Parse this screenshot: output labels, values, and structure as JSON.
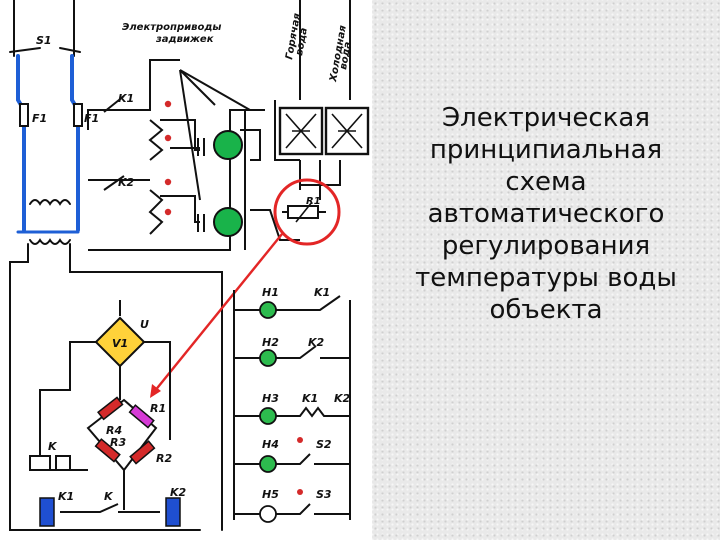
{
  "caption": {
    "lines": [
      "Электрическая",
      "принципиальная",
      "схема",
      "автоматического",
      "регулирования",
      "температуры воды",
      "объекта"
    ]
  },
  "diagram": {
    "labels": {
      "s1": "S1",
      "f1_left": "F1",
      "f1_right": "F1",
      "motor_title_1": "Электроприводы",
      "motor_title_2": "задвижек",
      "hot_water_1": "Горячая",
      "hot_water_2": "вода",
      "cold_water_1": "Холодная",
      "cold_water_2": "вода",
      "k1_top": "K1",
      "k2_top": "K2",
      "r1_sensor": "R1",
      "u": "U",
      "v1": "V1",
      "r1_bridge": "R1",
      "r4": "R4",
      "r3": "R3",
      "r2": "R2",
      "k_relay": "K",
      "k1_coil": "K1",
      "k2_coil": "K2",
      "k_contact": "K",
      "h1": "H1",
      "h1_k": "K1",
      "h2": "H2",
      "h2_k": "K2",
      "h3": "H3",
      "h3_k1": "K1",
      "h3_k2": "K2",
      "h4": "H4",
      "h4_s": "S2",
      "h5": "H5",
      "h5_s": "S3"
    },
    "colors": {
      "wire": "#111111",
      "blue_wire": "#1e5fd6",
      "red_arrow": "#e32626",
      "motor_green": "#19b34a",
      "lamp_green": "#2dbb4e",
      "resistor_red": "#d42a2a",
      "sensor_magenta": "#d63bd6",
      "coil_blue": "#1f4fd1"
    }
  }
}
